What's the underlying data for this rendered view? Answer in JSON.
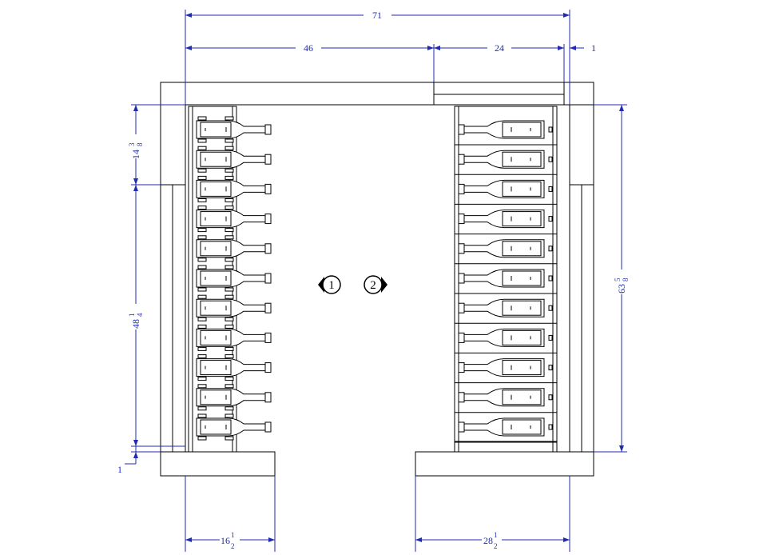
{
  "colors": {
    "dimension": "#1f2bb0",
    "line": "#000000",
    "background": "#ffffff"
  },
  "dimensions": {
    "overall_width": "71",
    "left_section": "46",
    "right_section": "24",
    "right_gap": "1",
    "bottom_offset": "1",
    "top_height": {
      "whole": "14",
      "num": "3",
      "den": "8"
    },
    "rack_height": {
      "whole": "48",
      "num": "1",
      "den": "4"
    },
    "total_height": {
      "whole": "63",
      "num": "5",
      "den": "8"
    },
    "left_opening": {
      "whole": "16",
      "num": "1",
      "den": "2"
    },
    "right_opening": {
      "whole": "28",
      "num": "1",
      "den": "2"
    }
  },
  "views": {
    "left": "1",
    "right": "2"
  },
  "racks": {
    "left_bottles": 11,
    "right_bottles": 11
  },
  "icons": [
    "view-callout-left-icon",
    "view-callout-right-icon",
    "wine-bottle-icon"
  ]
}
